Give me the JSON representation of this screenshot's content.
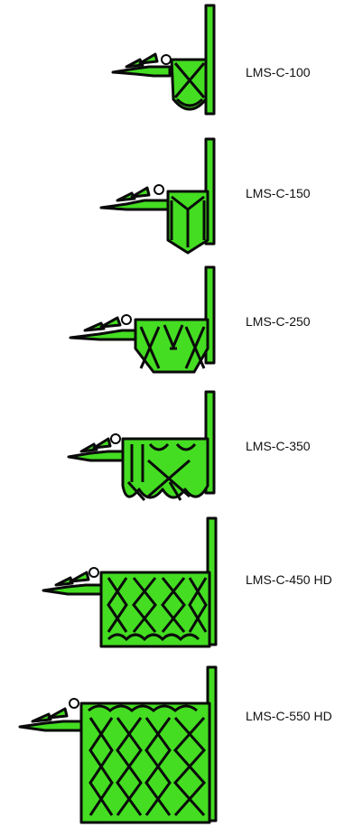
{
  "colors": {
    "fill": "#44dd22",
    "outline": "#0a0a0a",
    "text": "#111111",
    "background": "#ffffff"
  },
  "profiles": [
    {
      "label": "LMS-C-100"
    },
    {
      "label": "LMS-C-150"
    },
    {
      "label": "LMS-C-250"
    },
    {
      "label": "LMS-C-350"
    },
    {
      "label": "LMS-C-450 HD"
    },
    {
      "label": "LMS-C-550 HD"
    }
  ]
}
